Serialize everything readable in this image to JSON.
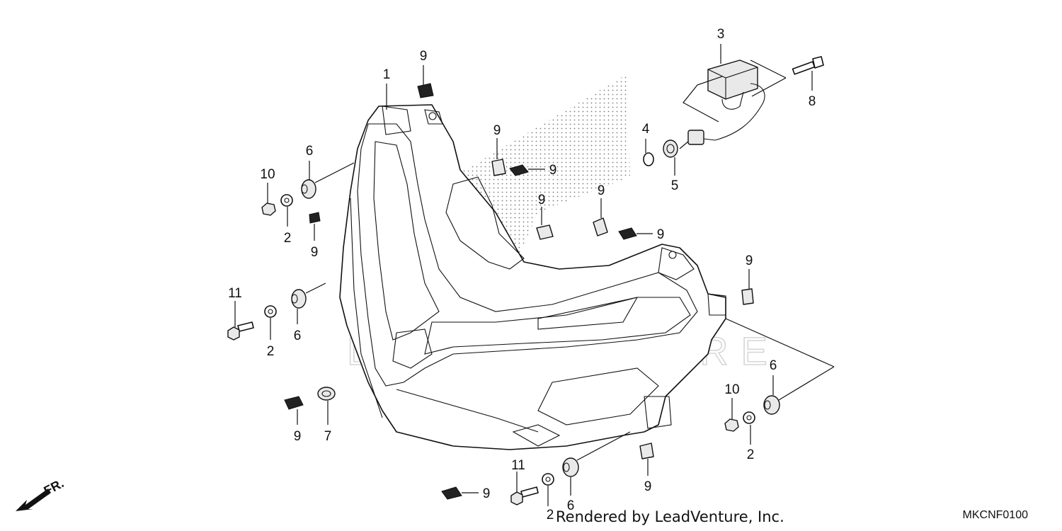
{
  "diagram": {
    "part_labels": [
      {
        "id": "1",
        "text": "1"
      },
      {
        "id": "2a",
        "text": "2"
      },
      {
        "id": "2b",
        "text": "2"
      },
      {
        "id": "2c",
        "text": "2"
      },
      {
        "id": "2d",
        "text": "2"
      },
      {
        "id": "3",
        "text": "3"
      },
      {
        "id": "4",
        "text": "4"
      },
      {
        "id": "5",
        "text": "5"
      },
      {
        "id": "6a",
        "text": "6"
      },
      {
        "id": "6b",
        "text": "6"
      },
      {
        "id": "6c",
        "text": "6"
      },
      {
        "id": "6d",
        "text": "6"
      },
      {
        "id": "7",
        "text": "7"
      },
      {
        "id": "8",
        "text": "8"
      },
      {
        "id": "9a",
        "text": "9"
      },
      {
        "id": "9b",
        "text": "9"
      },
      {
        "id": "9c",
        "text": "9"
      },
      {
        "id": "9d",
        "text": "9"
      },
      {
        "id": "9e",
        "text": "9"
      },
      {
        "id": "9f",
        "text": "9"
      },
      {
        "id": "9g",
        "text": "9"
      },
      {
        "id": "9h",
        "text": "9"
      },
      {
        "id": "9i",
        "text": "9"
      },
      {
        "id": "9j",
        "text": "9"
      },
      {
        "id": "9k",
        "text": "9"
      },
      {
        "id": "10a",
        "text": "10"
      },
      {
        "id": "10b",
        "text": "10"
      },
      {
        "id": "11a",
        "text": "11"
      },
      {
        "id": "11b",
        "text": "11"
      }
    ],
    "front_indicator": "FR.",
    "watermark_text": "LEADVENTURE",
    "credit": "Rendered by LeadVenture, Inc.",
    "diagram_code": "MKCNF0100"
  }
}
